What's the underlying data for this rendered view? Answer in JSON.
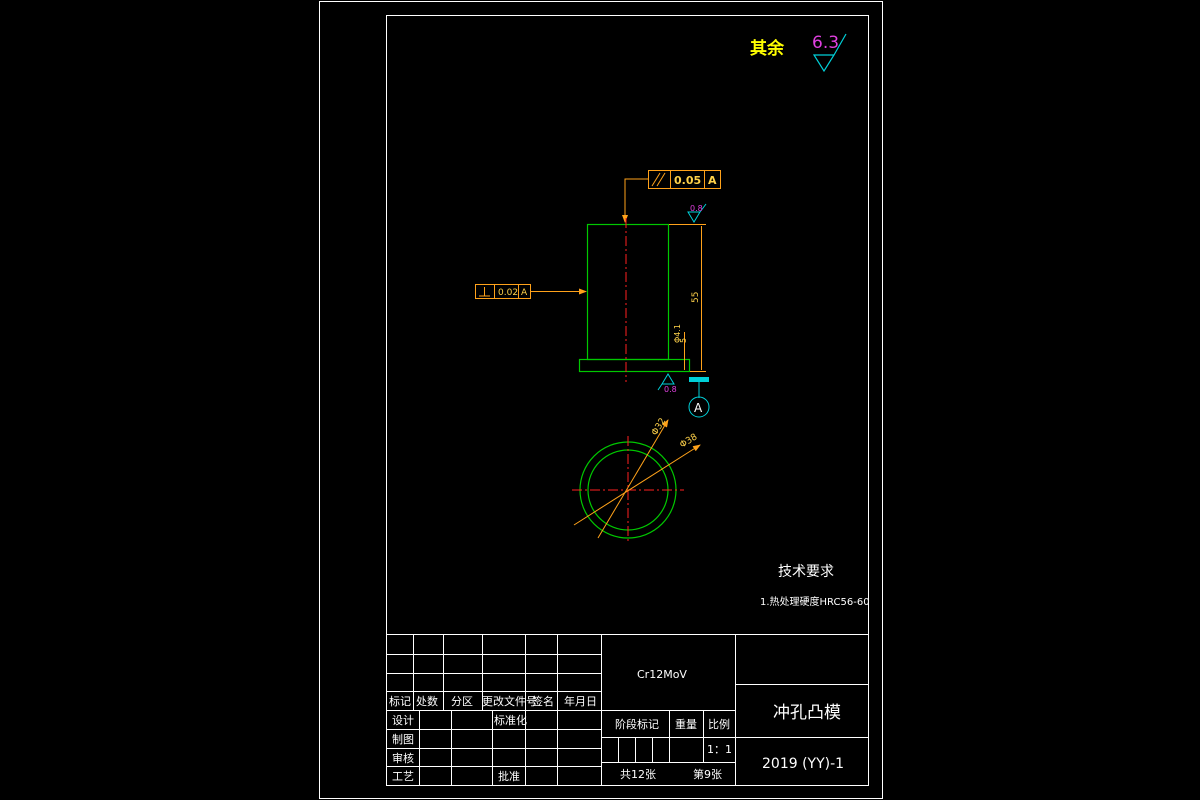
{
  "drawing": {
    "surface_roughness": {
      "label": "其余",
      "value": "6.3"
    },
    "tolerances": {
      "parallelism": {
        "symbol": "//",
        "value": "0.05",
        "datum": "A"
      },
      "perpendicularity": {
        "symbol": "⊥",
        "value": "0.02",
        "datum": "A"
      }
    },
    "roughness_top": "0.8",
    "roughness_bottom": "0.8",
    "datum_label": "A",
    "dimensions": {
      "height": "55",
      "shoulder": "5",
      "shoulder_dia": "Φ4.1",
      "dia_inner": "Φ32",
      "dia_outer": "Φ38"
    },
    "tech_requirements": {
      "title": "技术要求",
      "items": [
        "1.热处理硬度HRC56-60"
      ]
    }
  },
  "title_block": {
    "revision_headers": [
      "标记",
      "处数",
      "分区",
      "更改文件号",
      "签名",
      "年月日"
    ],
    "roles": [
      "设计",
      "制图",
      "审核",
      "工艺"
    ],
    "standardization": "标准化",
    "approval": "批准",
    "material": "Cr12MoV",
    "stage_mark": "阶段标记",
    "weight": "重量",
    "scale_label": "比例",
    "scale_value": "1：1",
    "total_sheets": "共12张",
    "sheet_no": "第9张",
    "part_name": "冲孔凸模",
    "drawing_number": "2019 (YY)-1"
  },
  "colors": {
    "frame": "#ffffff",
    "part_outline": "#00c800",
    "dimension": "#ffa21a",
    "centerline": "#ff2020",
    "roughness": "#e040e0",
    "datum": "#00d0d8",
    "heading": "#ffff00"
  }
}
